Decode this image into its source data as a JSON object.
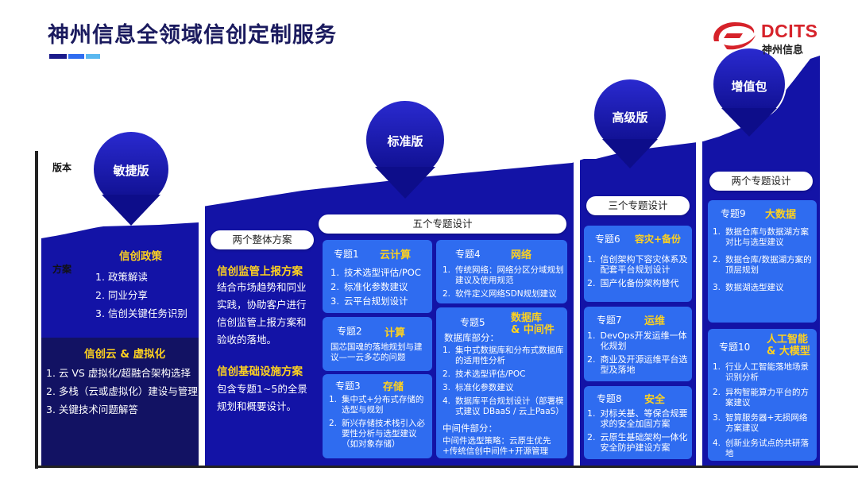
{
  "header": {
    "title": "神州信息全领域信创定制服务",
    "logo_text": "DCITS",
    "logo_cn": "神州信息"
  },
  "colors": {
    "navy": "#1313a6",
    "dark_navy": "#121263",
    "accent_blue": "#2f6cf0",
    "yellow": "#ffd21f",
    "logo_red": "#d6222a"
  },
  "axis": {
    "version_label": "版本",
    "plan_label": "方案"
  },
  "tiers": {
    "agile": "敏捷版",
    "standard": "标准版",
    "advanced": "高级版",
    "addon": "增值包"
  },
  "agile_panel": {
    "sec1_title": "信创政策",
    "sec1_items": [
      "1. 政策解读",
      "2. 同业分享",
      "3. 信创关键任务识别"
    ],
    "sec2_title": "信创云 & 虚拟化",
    "sec2_items": [
      "1. 云 VS 虚拟化/超融合架构选择",
      "2. 多栈（云或虚拟化）建设与管理",
      "3. 关键技术问题解答"
    ]
  },
  "standard_panel": {
    "overall_pill": "两个整体方案",
    "topics_pill": "五个专题设计",
    "plan1_title": "信创监管上报方案",
    "plan1_text": "结合市场趋势和同业实践，协助客户进行信创监管上报方案和验收的落地。",
    "plan2_title": "信创基础设施方案",
    "plan2_text": "包含专题1~5的全景规划和概要设计。",
    "t1": {
      "name": "专题1",
      "title": "云计算",
      "items": [
        [
          "1.",
          "技术选型评估/POC"
        ],
        [
          "2.",
          "标准化参数建议"
        ],
        [
          "3.",
          "云平台规划设计"
        ]
      ]
    },
    "t2": {
      "name": "专题2",
      "title": "计算",
      "text": "国芯国魂的落地规划与建议—一云多芯的问题"
    },
    "t3": {
      "name": "专题3",
      "title": "存储",
      "items": [
        [
          "1.",
          "集中式+分布式存储的选型与规划"
        ],
        [
          "2.",
          "新兴存储技术栈引入必要性分析与选型建议（如对象存储）"
        ]
      ]
    },
    "t4": {
      "name": "专题4",
      "title": "网络",
      "items": [
        [
          "1.",
          "传统网络：网络分区分域规划建议及使用规范"
        ],
        [
          "2.",
          "软件定义网络SDN规划建议"
        ]
      ]
    },
    "t5": {
      "name": "专题5",
      "title": "数据库\n& 中间件",
      "db_label": "数据库部分：",
      "items": [
        [
          "1.",
          "集中式数据库和分布式数据库的适用性分析"
        ],
        [
          "2.",
          "技术选型评估/POC"
        ],
        [
          "3.",
          "标准化参数建议"
        ],
        [
          "4.",
          "数据库平台规划设计（部署模式建议 DBaaS / 云上PaaS）"
        ]
      ],
      "mw_label": "中间件部分：",
      "mw_text": "中间件选型策略：云原生优先+传统信创中间件+开源管理"
    }
  },
  "advanced_panel": {
    "pill": "三个专题设计",
    "t6": {
      "name": "专题6",
      "title": "容灾+备份",
      "items": [
        [
          "1.",
          "信创架构下容灾体系及配套平台规划设计"
        ],
        [
          "2.",
          "国产化备份架构替代"
        ]
      ]
    },
    "t7": {
      "name": "专题7",
      "title": "运维",
      "items": [
        [
          "1.",
          "DevOps开发运维一体化规划"
        ],
        [
          "2.",
          "商业及开源运维平台选型及落地"
        ]
      ]
    },
    "t8": {
      "name": "专题8",
      "title": "安全",
      "items": [
        [
          "1.",
          "对标关基、等保合规要求的安全加固方案"
        ],
        [
          "2.",
          "云原生基础架构一体化安全防护建设方案"
        ]
      ]
    }
  },
  "addon_panel": {
    "pill": "两个专题设计",
    "t9": {
      "name": "专题9",
      "title": "大数据",
      "items": [
        [
          "1.",
          "数据仓库与数据湖方案对比与选型建议"
        ],
        [
          "2.",
          "数据仓库/数据湖方案的顶层规划"
        ],
        [
          "3.",
          "数据湖选型建议"
        ]
      ]
    },
    "t10": {
      "name": "专题10",
      "title": "人工智能\n& 大模型",
      "items": [
        [
          "1.",
          "行业人工智能落地场景识别分析"
        ],
        [
          "2.",
          "异构智能算力平台的方案建议"
        ],
        [
          "3.",
          "智算服务器+无损网络方案建议"
        ],
        [
          "4.",
          "创新业务试点的共研落地"
        ]
      ]
    }
  }
}
